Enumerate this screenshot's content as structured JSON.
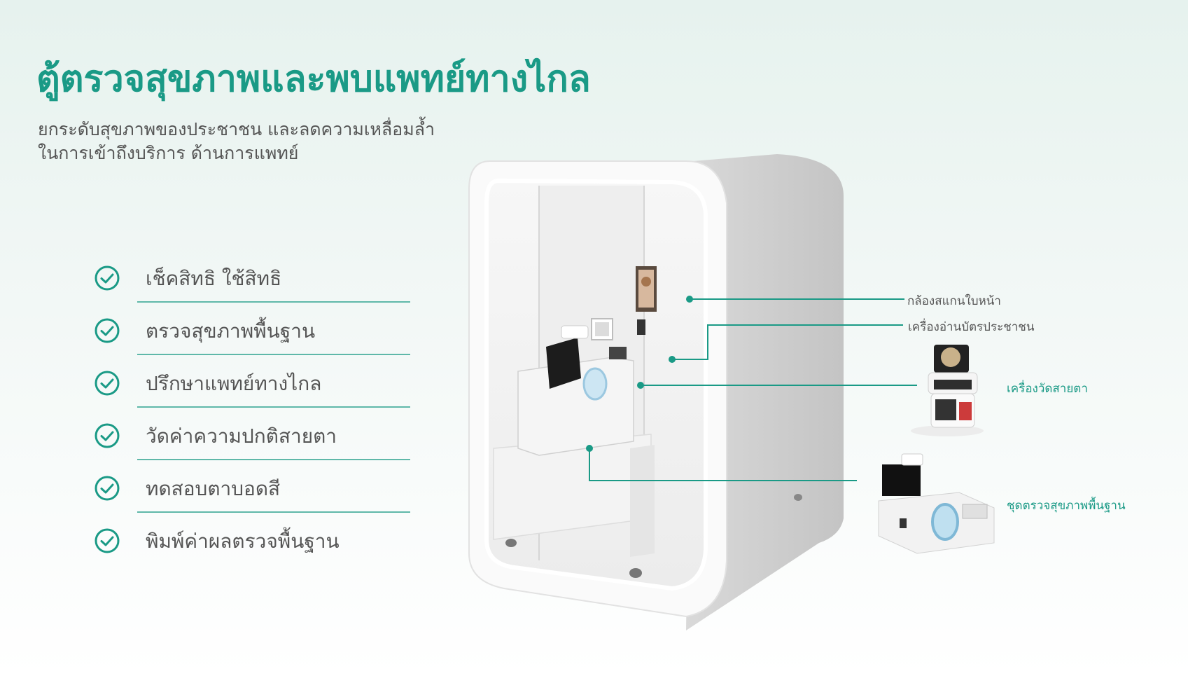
{
  "header": {
    "title": "ตู้ตรวจสุขภาพและพบแพทย์ทางไกล",
    "subtitle_line1": "ยกระดับสุขภาพของประชาชน และลดความเหลื่อมล้ำ",
    "subtitle_line2": "ในการเข้าถึงบริการ ด้านการแพทย์"
  },
  "features": [
    {
      "label": "เช็คสิทธิ ใช้สิทธิ",
      "icon": "check-circle-icon"
    },
    {
      "label": "ตรวจสุขภาพพื้นฐาน",
      "icon": "check-circle-icon"
    },
    {
      "label": "ปรึกษาแพทย์ทางไกล",
      "icon": "check-circle-icon"
    },
    {
      "label": "วัดค่าความปกติสายตา",
      "icon": "check-circle-icon"
    },
    {
      "label": "ทดสอบตาบอดสี",
      "icon": "check-circle-icon"
    },
    {
      "label": "พิมพ์ค่าผลตรวจพื้นฐาน",
      "icon": "check-circle-icon"
    }
  ],
  "callouts": {
    "face_camera": "กล้องสแกนใบหน้า",
    "id_card_reader": "เครื่องอ่านบัตรประชาชน",
    "eye_tester": "เครื่องวัดสายตา",
    "basic_health_kit": "ชุดตรวจสุขภาพพื้นฐาน"
  },
  "colors": {
    "accent": "#1a9a86",
    "text": "#555555",
    "divider": "#5fb8a9"
  }
}
